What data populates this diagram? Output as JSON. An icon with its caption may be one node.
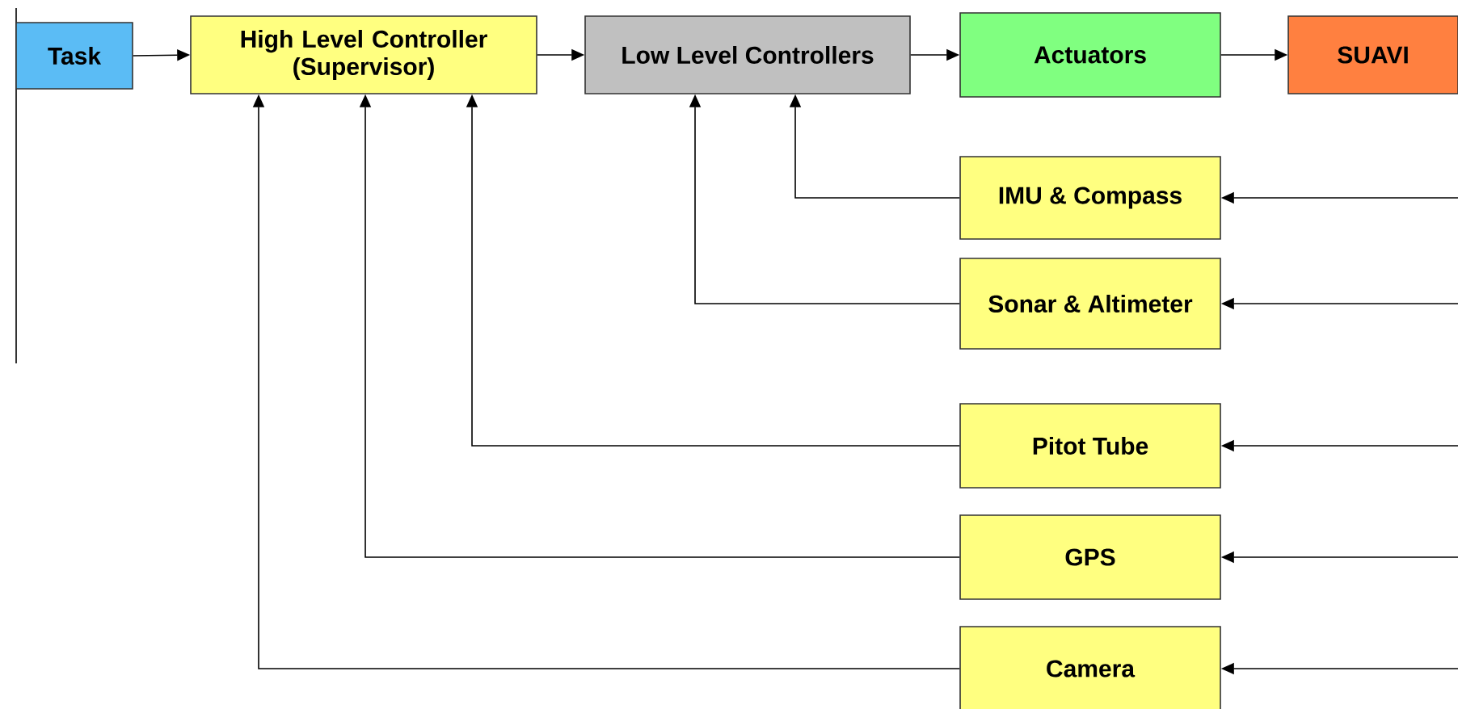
{
  "diagram": {
    "nodes": [
      {
        "text": [
          "Task"
        ]
      },
      {
        "text": [
          "High Level Controller (Supervisor)"
        ]
      },
      {
        "text": [
          "Low Level Controllers"
        ]
      },
      {
        "text": [
          "Actuators"
        ]
      },
      {
        "text": [
          "SUAVI"
        ]
      },
      {
        "text": [
          "IMU & Compass"
        ]
      },
      {
        "text": [
          "Sonar & Altimeter"
        ]
      },
      {
        "text": [
          "Pitot Tube"
        ]
      },
      {
        "text": [
          "GPS"
        ]
      },
      {
        "text": [
          "Camera"
        ]
      }
    ],
    "edges": [
      {
        "from": 0,
        "to": 1,
        "arrow": "to"
      },
      {
        "from": 1,
        "to": 2,
        "arrow": "to"
      },
      {
        "from": 2,
        "to": 3,
        "arrow": "to"
      },
      {
        "from": 3,
        "to": 4,
        "arrow": "to"
      },
      {
        "from": 5,
        "to": 2,
        "arrow": "to"
      },
      {
        "from": 6,
        "to": 2,
        "arrow": "to"
      },
      {
        "from": 7,
        "to": 1,
        "arrow": "to"
      },
      {
        "from": 8,
        "to": 1,
        "arrow": "to"
      },
      {
        "from": 9,
        "to": 1,
        "arrow": "to"
      },
      {
        "from": null,
        "to": 5,
        "arrow": "to"
      },
      {
        "from": null,
        "to": 6,
        "arrow": "to"
      },
      {
        "from": null,
        "to": 7,
        "arrow": "to"
      },
      {
        "from": null,
        "to": 8,
        "arrow": "to"
      },
      {
        "from": null,
        "to": 9,
        "arrow": "to"
      }
    ]
  }
}
